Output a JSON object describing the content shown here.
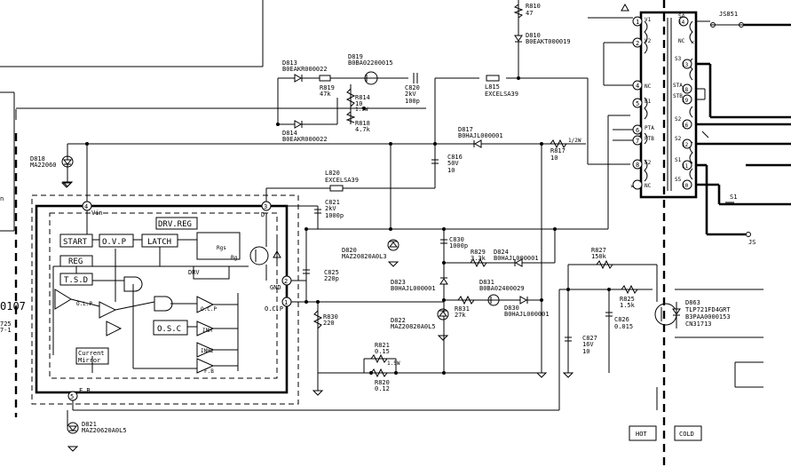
{
  "components": {
    "r810": {
      "ref": "R810",
      "value": "47"
    },
    "d810": {
      "ref": "D810",
      "part": "B0EAKT000019"
    },
    "d813": {
      "ref": "D813",
      "part": "B0EAKR000022"
    },
    "d819": {
      "ref": "D819",
      "part": "B0BA02200015"
    },
    "r819": {
      "ref": "R819",
      "value": "47k"
    },
    "r814": {
      "ref": "R814",
      "value": "10",
      "rating": "1.5W"
    },
    "r818": {
      "ref": "R818",
      "value": "4.7k"
    },
    "d814": {
      "ref": "D814",
      "part": "B0EAKR000022"
    },
    "c820": {
      "ref": "C820",
      "voltage": "2kV",
      "value": "100p"
    },
    "l815": {
      "ref": "L815",
      "part": "EXCELSA39"
    },
    "d817": {
      "ref": "D817",
      "part": "B0HAJL000001"
    },
    "r817": {
      "ref": "R817",
      "value": "10",
      "rating": "1/2W"
    },
    "c816": {
      "ref": "C816",
      "voltage": "50V",
      "value": "10"
    },
    "d818": {
      "ref": "D818",
      "part": "MA22060"
    },
    "l820": {
      "ref": "L820",
      "part": "EXCELSA39"
    },
    "c821": {
      "ref": "C821",
      "voltage": "2kV",
      "value": "1000p"
    },
    "d820": {
      "ref": "D820",
      "part": "MAZ20820A0L3"
    },
    "c830": {
      "ref": "C830",
      "value": "1000p"
    },
    "r829": {
      "ref": "R829",
      "value": "3.3k"
    },
    "d824": {
      "ref": "D824",
      "part": "B0HAJL000001"
    },
    "c825": {
      "ref": "C825",
      "value": "220p"
    },
    "d823": {
      "ref": "D823",
      "part": "B0HAJL000001"
    },
    "d831": {
      "ref": "D831",
      "part": "B0BA02400029"
    },
    "r831": {
      "ref": "R831",
      "value": "27k"
    },
    "d830": {
      "ref": "D830",
      "part": "B0HAJL000001"
    },
    "r830": {
      "ref": "R830",
      "value": "220"
    },
    "d822": {
      "ref": "D822",
      "part": "MAZ20820A0L5"
    },
    "r821": {
      "ref": "R821",
      "value": "0.15"
    },
    "r820": {
      "ref": "R820",
      "value": "0.12",
      "rating": "1.5W"
    },
    "d821": {
      "ref": "D821",
      "part": "MAZ20620A0L5"
    },
    "r827": {
      "ref": "R827",
      "value": "150k"
    },
    "r825": {
      "ref": "R825",
      "value": "1.5k"
    },
    "c826": {
      "ref": "C826",
      "value": "0.015"
    },
    "c827": {
      "ref": "C827",
      "voltage": "16V",
      "value": "10"
    },
    "d863": {
      "ref": "D863",
      "lines": [
        "TLP721FD4GRT",
        "B3PAA0000153",
        "CN31713"
      ]
    },
    "js851": {
      "ref": "JS851"
    },
    "js": {
      "ref": "JS"
    }
  },
  "ic": {
    "blocks": {
      "start": "START",
      "ovp": "O.V.P",
      "latch": "LATCH",
      "drv_reg": "DRV.REG",
      "reg": "REG",
      "tsd": "T.S.D",
      "osc": "O.S.C",
      "drv": "DRV",
      "current_mirror_1": "Current",
      "current_mirror_2": "Mirror",
      "olp": "O.L.P",
      "ocp_small": "O.C.P",
      "inh": "INH",
      "inh2": "INH2",
      "fb_small": "F.B",
      "rgs": "Rgs",
      "rg": "Rg"
    },
    "pins": {
      "p1": {
        "num": "1",
        "name": "O.C.P"
      },
      "p2": {
        "num": "2",
        "name": "GND"
      },
      "p3": {
        "num": "3",
        "name": "D"
      },
      "p4": {
        "num": "4",
        "name": "Vin"
      },
      "p5": {
        "num": "5",
        "name": "F.B"
      }
    },
    "left_fragments": [
      "0107",
      "725",
      "7-1",
      "n"
    ]
  },
  "transformer": {
    "pins": [
      {
        "num": "1",
        "name": "V1"
      },
      {
        "num": "2",
        "name": "V2"
      },
      {
        "num": "4",
        "name": "NC"
      },
      {
        "num": "5",
        "name": "E1"
      },
      {
        "num": "6",
        "name": "PTA"
      },
      {
        "num": "7",
        "name": "PTB"
      },
      {
        "num": "8",
        "name": "E2"
      },
      {
        "num": "",
        "name": "NC"
      }
    ],
    "secondary": [
      {
        "num": "14",
        "name": "S4"
      },
      {
        "num": "",
        "name": "NC"
      },
      {
        "num": "13",
        "name": "S3"
      },
      {
        "num": "18",
        "name": "STA"
      },
      {
        "num": "19",
        "name": "STB"
      },
      {
        "num": "16",
        "name": "S2"
      },
      {
        "num": "12",
        "name": "S2"
      },
      {
        "num": "11",
        "name": "S1"
      },
      {
        "num": "10",
        "name": "S5"
      }
    ],
    "extra": "S1"
  },
  "zones": {
    "hot": "HOT",
    "cold": "COLD"
  }
}
